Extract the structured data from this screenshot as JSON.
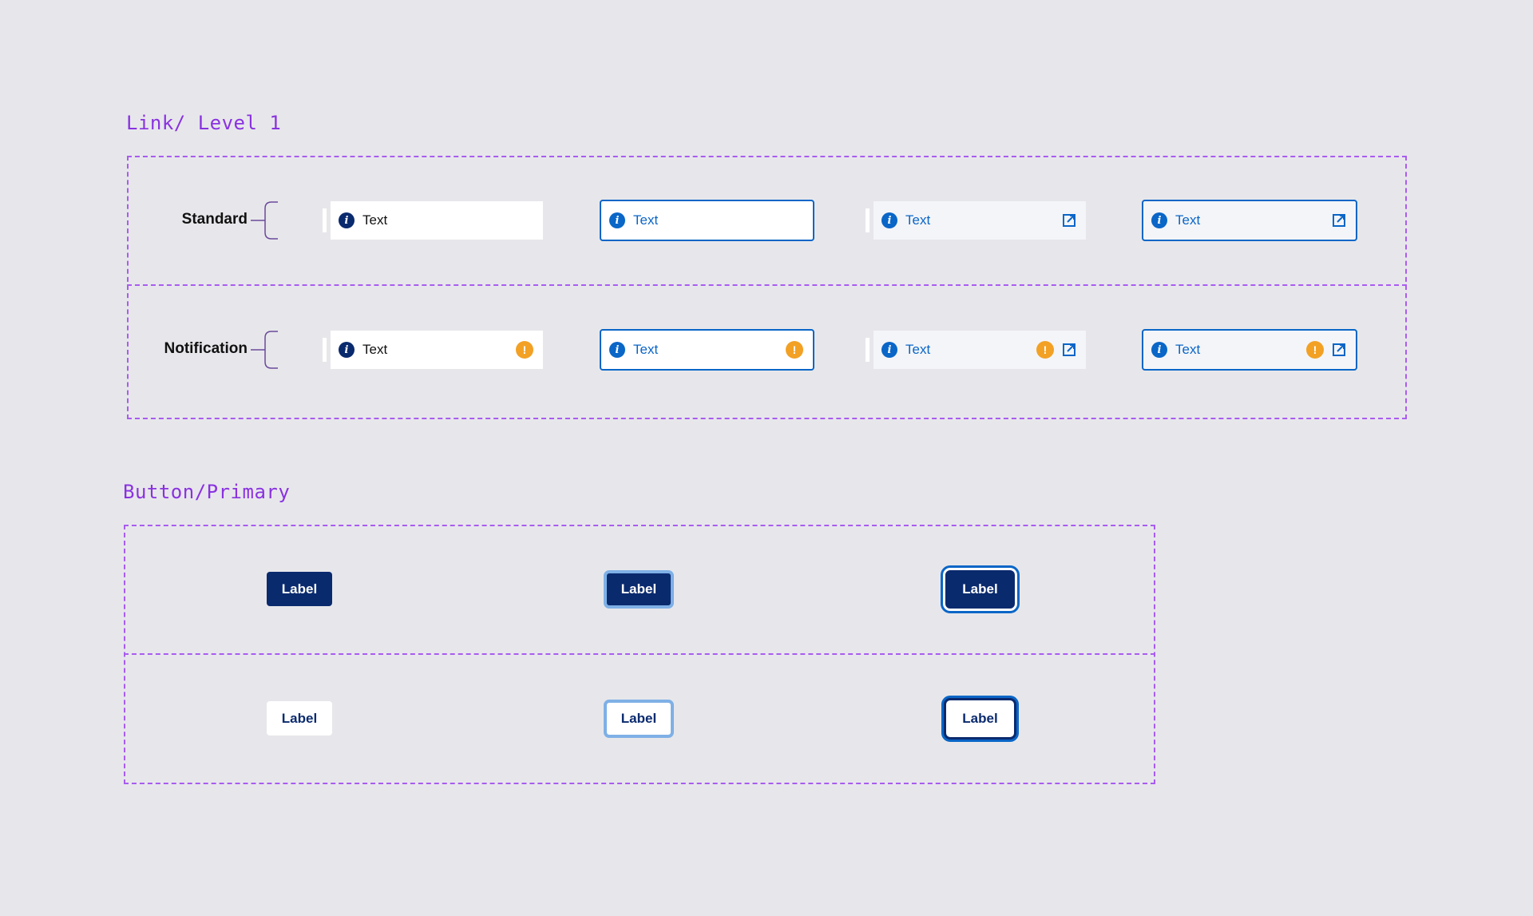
{
  "sections": {
    "link_title": "Link/ Level 1",
    "button_title": "Button/Primary"
  },
  "link_rows": {
    "standard_label": "Standard",
    "notification_label": "Notification"
  },
  "link_items": {
    "text": "Text"
  },
  "icons": {
    "info": "info-icon",
    "warning": "warning-icon",
    "external": "external-link-icon",
    "warning_glyph": "!",
    "info_glyph": "i"
  },
  "buttons": {
    "label": "Label"
  },
  "colors": {
    "accent_purple": "#8a32e0",
    "navy": "#0a2a6e",
    "link_blue": "#0a66c7",
    "warning_orange": "#f2a125",
    "background": "#e7e7eb"
  }
}
